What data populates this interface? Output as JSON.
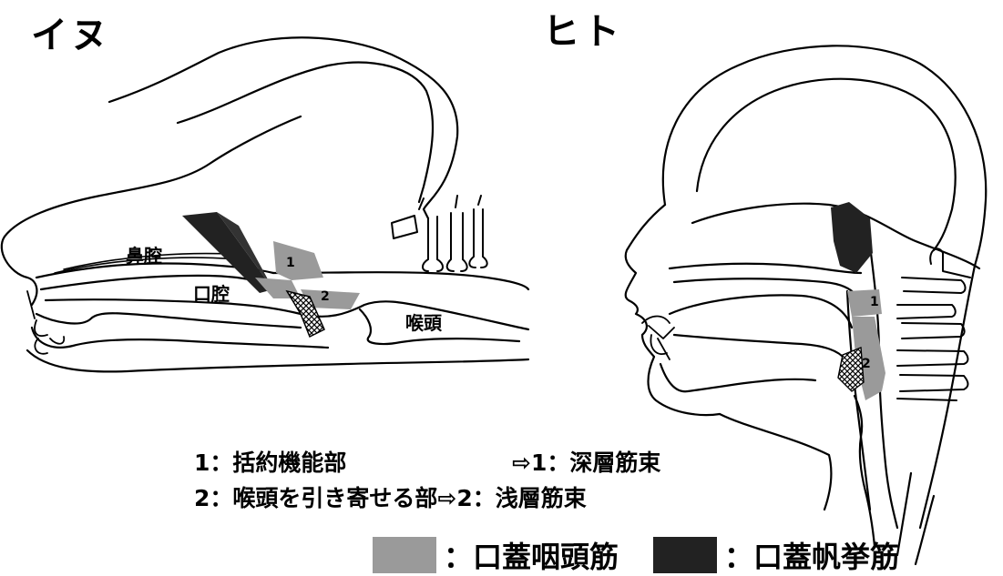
{
  "titles": {
    "dog": "イヌ",
    "human": "ヒト"
  },
  "dog_labels": {
    "nasal_cavity": "鼻腔",
    "oral_cavity": "口腔",
    "larynx": "喉頭",
    "region1": "1",
    "region2": "2"
  },
  "human_labels": {
    "region1": "1",
    "region2": "2"
  },
  "notes": {
    "line1_left": "1：括約機能部",
    "line1_right": "⇨1：深層筋束",
    "line2": "2：喉頭を引き寄せる部⇨2：浅層筋束"
  },
  "legend": {
    "light_label": "：口蓋咽頭筋",
    "dark_label": "：口蓋帆挙筋"
  },
  "colors": {
    "palatopharyngeus": "#9a9a9a",
    "levator_veli_palatini": "#222222",
    "outline": "#000000"
  }
}
